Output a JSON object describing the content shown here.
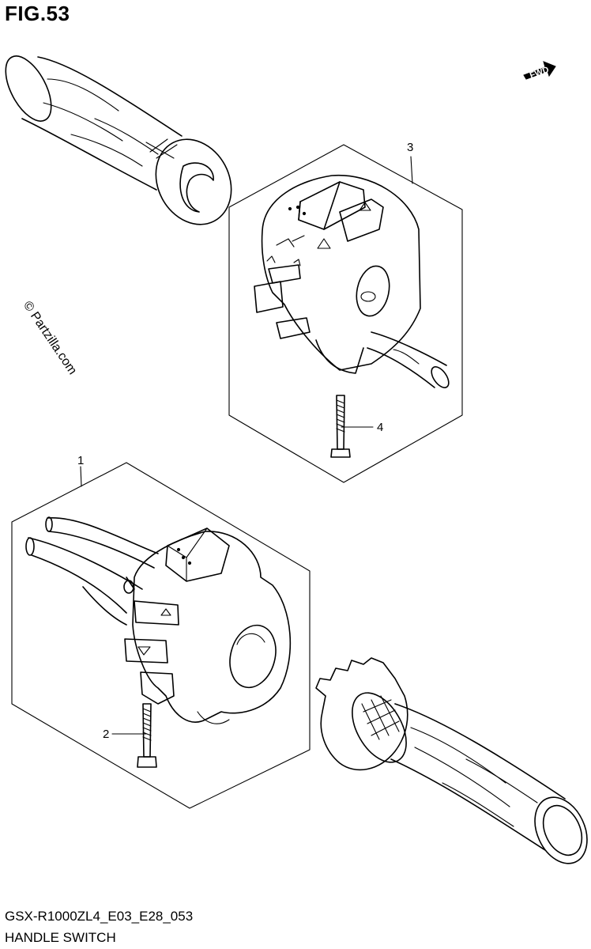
{
  "figure": {
    "title": "FIG.53",
    "footer_code": "GSX-R1000ZL4_E03_E28_053",
    "footer_name": "HANDLE SWITCH"
  },
  "watermark": "© Partzilla.com",
  "direction_badge": {
    "label": "FWD",
    "icon": "arrow-icon"
  },
  "callouts": [
    {
      "number": "1",
      "part": "right-handle-switch-assembly"
    },
    {
      "number": "2",
      "part": "right-switch-screw"
    },
    {
      "number": "3",
      "part": "left-handle-switch-assembly"
    },
    {
      "number": "4",
      "part": "left-switch-screw"
    }
  ]
}
